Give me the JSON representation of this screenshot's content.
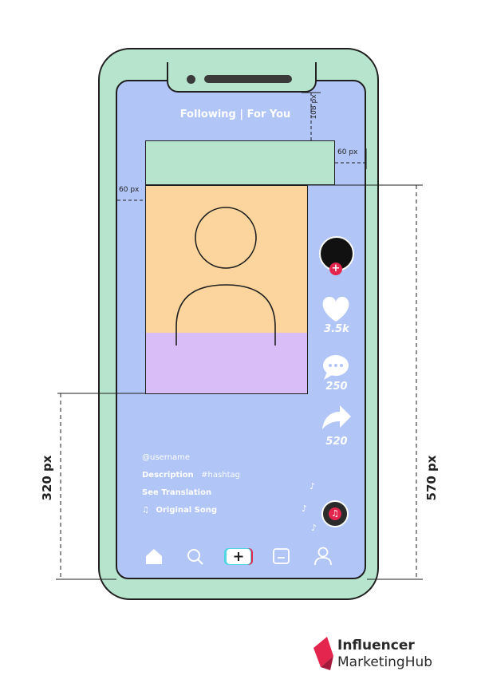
{
  "header": {
    "tabs_label": "Following | For You"
  },
  "dimensions": {
    "top_offset": "108 px",
    "right_margin": "60 px",
    "left_margin": "60 px",
    "bottom_height": "320 px",
    "right_height": "570 px"
  },
  "side_actions": {
    "likes": "3.5k",
    "comments": "250",
    "shares": "520"
  },
  "caption": {
    "username": "@username",
    "description": "Description",
    "hashtag": "#hashtag",
    "translation": "See Translation",
    "song": "Original Song"
  },
  "nav": [
    "home-icon",
    "search-icon",
    "add-icon",
    "inbox-icon",
    "profile-icon"
  ],
  "logo": {
    "line1": "Influencer",
    "line2": "MarketingHub"
  },
  "colors": {
    "phone": "#b7e4cc",
    "screen": "#b1c5f7",
    "top_box": "#b7e4cc",
    "video_box": "#fbd59d",
    "bottom_box": "#d8bdf6",
    "accent": "#e4264f"
  }
}
